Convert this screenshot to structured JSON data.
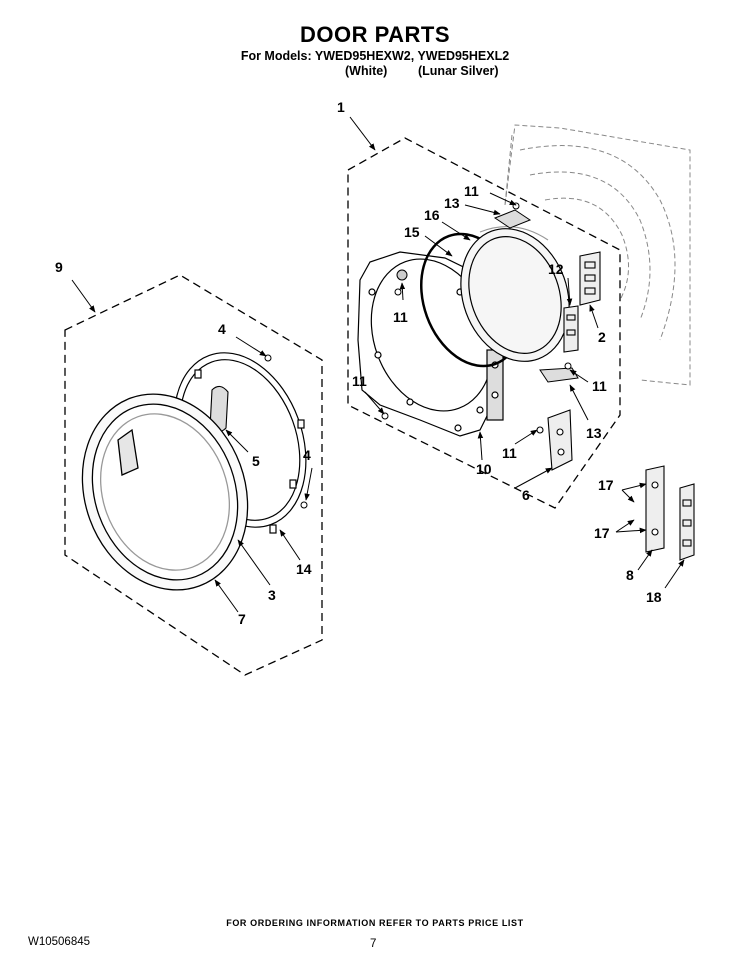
{
  "header": {
    "title": "DOOR PARTS",
    "models_line": "For Models: YWED95HEXW2, YWED95HEXL2",
    "variant_white": "(White)",
    "variant_silver": "(Lunar Silver)"
  },
  "callouts": {
    "c1": "1",
    "c2": "2",
    "c3": "3",
    "c4a": "4",
    "c4b": "4",
    "c5": "5",
    "c6": "6",
    "c7": "7",
    "c8": "8",
    "c9": "9",
    "c10": "10",
    "c11a": "11",
    "c11b": "11",
    "c11c": "11",
    "c11d": "11",
    "c11e": "11",
    "c12": "12",
    "c13a": "13",
    "c13b": "13",
    "c14": "14",
    "c15": "15",
    "c16": "16",
    "c17a": "17",
    "c17b": "17",
    "c18": "18"
  },
  "footer": {
    "ordering_note": "FOR ORDERING INFORMATION REFER TO PARTS PRICE LIST",
    "document_number": "W10506845",
    "page_number": "7"
  }
}
